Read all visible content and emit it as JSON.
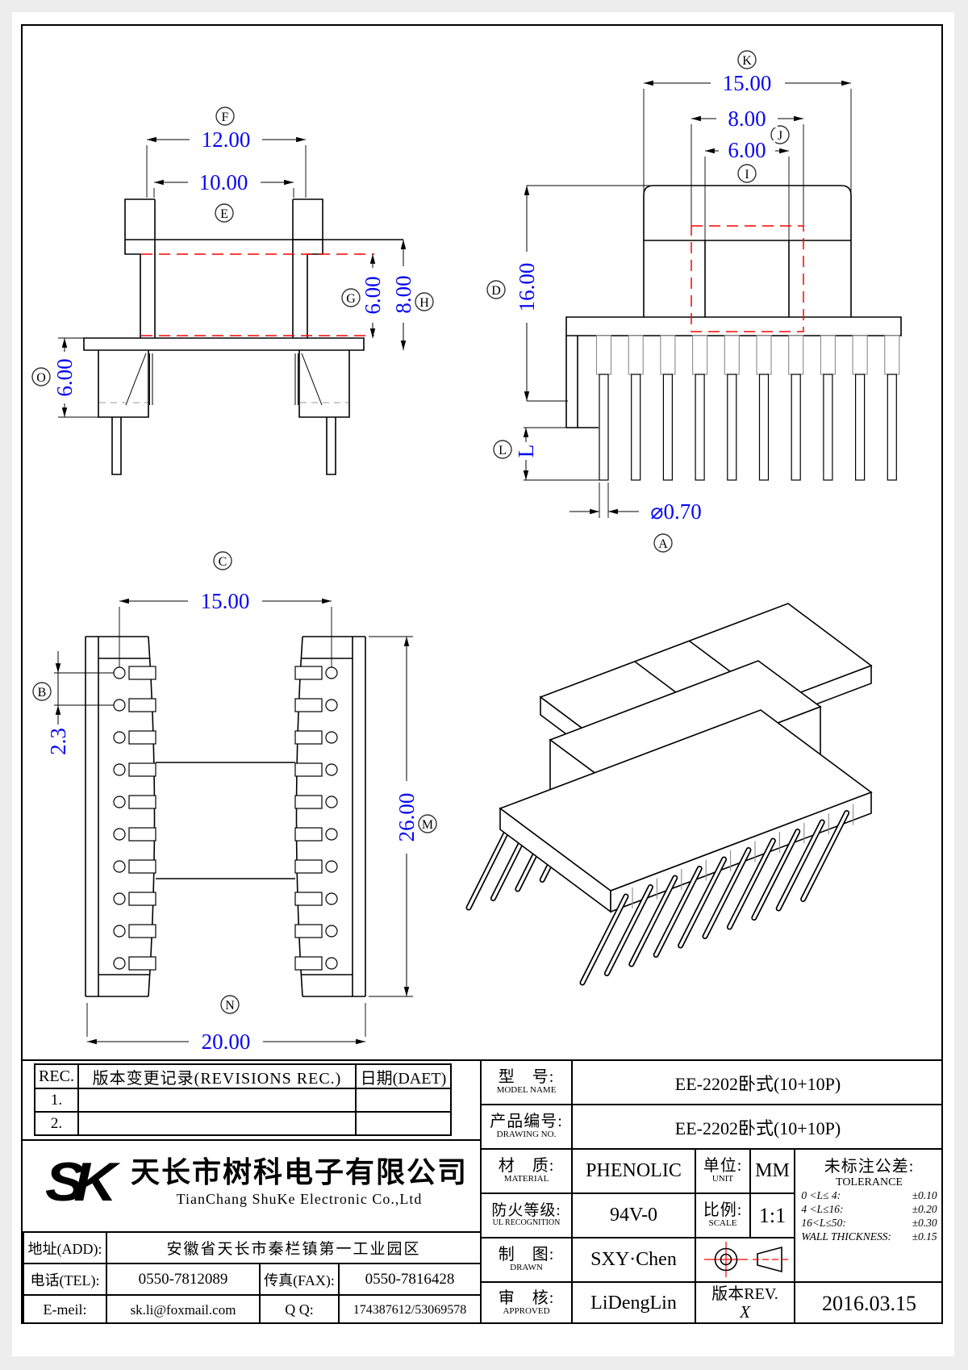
{
  "page": {
    "bg": "#ffffff",
    "canvas_bg": "#ededed",
    "line_color": "#000000",
    "dim_color": "#0808f0",
    "red": "#fe0000"
  },
  "views": {
    "front": {
      "callouts": {
        "f": "F",
        "e": "E",
        "g": "G",
        "h": "H",
        "o": "O"
      },
      "dims": {
        "width_outer": "12.00",
        "width_inner": "10.00",
        "core_h": "6.00",
        "flange_h": "8.00",
        "base_h": "6.00"
      }
    },
    "side": {
      "callouts": {
        "k": "K",
        "j": "J",
        "i": "I",
        "d": "D",
        "l": "L",
        "a": "A"
      },
      "dims": {
        "body_w": "15.00",
        "core_w": "8.00",
        "hole_w": "6.00",
        "height": "16.00",
        "pin_len": "L",
        "pin_dia": "⌀0.70"
      },
      "pin_count": 10
    },
    "plan": {
      "callouts": {
        "c": "C",
        "b": "B",
        "m": "M",
        "n": "N"
      },
      "dims": {
        "span": "15.00",
        "pitch": "2.3",
        "length": "26.00",
        "width": "20.00"
      },
      "pin_count_per_side": 10
    }
  },
  "revision_table": {
    "col_rec": "REC.",
    "col_desc": "版本变更记录(REVISIONS REC.)",
    "col_date": "日期(DAET)",
    "rows": [
      {
        "no": "1."
      },
      {
        "no": "2."
      }
    ]
  },
  "company": {
    "logo": "SK",
    "name_cn": "天长市树科电子有限公司",
    "name_en": "TianChang ShuKe Electronic Co.,Ltd",
    "addr_label": "地址(ADD):",
    "addr": "安徽省天长市秦栏镇第一工业园区",
    "tel_label": "电话(TEL):",
    "tel": "0550-7812089",
    "fax_label": "传真(FAX):",
    "fax": "0550-7816428",
    "email_label": "E-meil:",
    "email": "sk.li@foxmail.com",
    "qq_label": "Q Q:",
    "qq": "174387612/53069578"
  },
  "title_block": {
    "model_label_cn": "型　号:",
    "model_label_en": "MODEL NAME",
    "model": "EE-2202卧式(10+10P)",
    "drawing_label_cn": "产品编号:",
    "drawing_label_en": "DRAWING NO.",
    "drawing_no": "EE-2202卧式(10+10P)",
    "material_label_cn": "材　质:",
    "material_label_en": "MATERIAL",
    "material": "PHENOLIC",
    "unit_label_cn": "单位:",
    "unit_label_en": "UNIT",
    "unit": "MM",
    "fire_label_cn": "防火等级:",
    "fire_label_en": "UL RECOGNITION",
    "fire": "94V-0",
    "scale_label_cn": "比例:",
    "scale_label_en": "SCALE",
    "scale": "1:1",
    "drawn_label_cn": "制　图:",
    "drawn_label_en": "DRAWN",
    "drawn": "SXY·Chen",
    "approved_label_cn": "审　核:",
    "approved_label_en": "APPROVED",
    "approved": "LiDengLin",
    "rev_label": "版本REV.",
    "rev": "X",
    "date": "2016.03.15",
    "tol_title_cn": "未标注公差:",
    "tol_title_en": "TOLERANCE",
    "tolerances": [
      {
        "range": "0 <L≤ 4:",
        "value": "±0.10"
      },
      {
        "range": "4 <L≤16:",
        "value": "±0.20"
      },
      {
        "range": "16<L≤50:",
        "value": "±0.30"
      },
      {
        "range": "WALL THICKNESS:",
        "value": "±0.15"
      }
    ]
  }
}
